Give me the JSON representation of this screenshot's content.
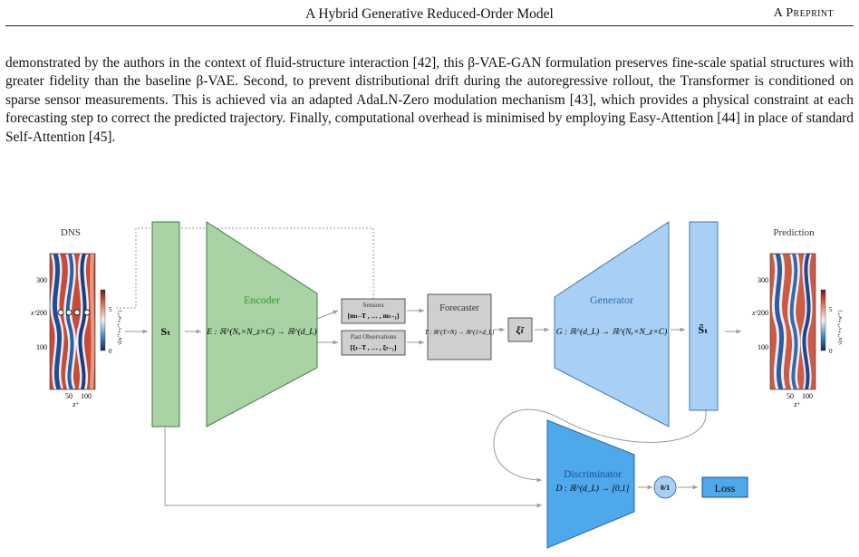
{
  "header": {
    "title": "A Hybrid Generative Reduced-Order Model",
    "tag": "A Preprint"
  },
  "body_text": "demonstrated by the authors in the context of fluid-structure interaction [42], this β-VAE-GAN formulation preserves fine-scale spatial structures with greater fidelity than the baseline β-VAE. Second, to prevent distributional drift during the autoregressive rollout, the Transformer is conditioned on sparse sensor measurements. This is achieved via an adapted AdaLN-Zero modulation mechanism [43], which provides a physical constraint at each forecasting step to correct the predicted trajectory. Finally, computational overhead is minimised by employing Easy-Attention [44] in place of standard Self-Attention [45].",
  "figure": {
    "dns_panel": {
      "title": "DNS",
      "y_ticks": [
        "300",
        "200",
        "100"
      ],
      "x_ticks": [
        "50",
        "100"
      ],
      "y_label": "x⁺",
      "x_label": "z⁺",
      "colorbar_ticks": [
        "5",
        "0"
      ],
      "colorbar_label": "√(u′⁺+v′⁺+w′⁺)"
    },
    "prediction_panel": {
      "title": "Prediction",
      "y_ticks": [
        "300",
        "200",
        "100"
      ],
      "x_ticks": [
        "50",
        "100"
      ],
      "y_label": "x⁺",
      "x_label": "z⁺",
      "colorbar_ticks": [
        "5",
        "0"
      ],
      "colorbar_label": "√(u′⁺+v′⁺+w′⁺)"
    },
    "state_in": "Sₜ",
    "encoder": {
      "title": "Encoder",
      "formula": "E : ℝ^(Nₓ×N_z×C) → ℝ^(d_L)"
    },
    "sensors": {
      "title": "Sensors",
      "formula": "[mₜ₋T , … , mₜ₋₁]"
    },
    "past_observations": {
      "title": "Past Observations",
      "formula": "[ξₜ₋T , … , ξₜ₋₁]"
    },
    "forecaster": {
      "title": "Forecaster",
      "formula": "T : ℝ^(T×N) → ℝ^(1×d_L)"
    },
    "latent": "ξ̃ₜ",
    "generator": {
      "title": "Generator",
      "formula": "G : ℝ^(d_L) → ℝ^(Nₓ×N_z×C)"
    },
    "state_out": "S̃ₜ",
    "discriminator": {
      "title": "Discriminator",
      "formula": "D : ℝ^(d_L) → [0,1]"
    },
    "binary_output": "0/1",
    "loss": "Loss",
    "colors": {
      "green_fill": "#a9d3a4",
      "green_stroke": "#3c7f3c",
      "green_text": "#2e9c2e",
      "blue_fill": "#a8d0f5",
      "blue_stroke": "#3d77b5",
      "blue_text": "#2d68b2",
      "disc_fill": "#4ea8ec",
      "grey_fill": "#cfcfcf"
    }
  }
}
